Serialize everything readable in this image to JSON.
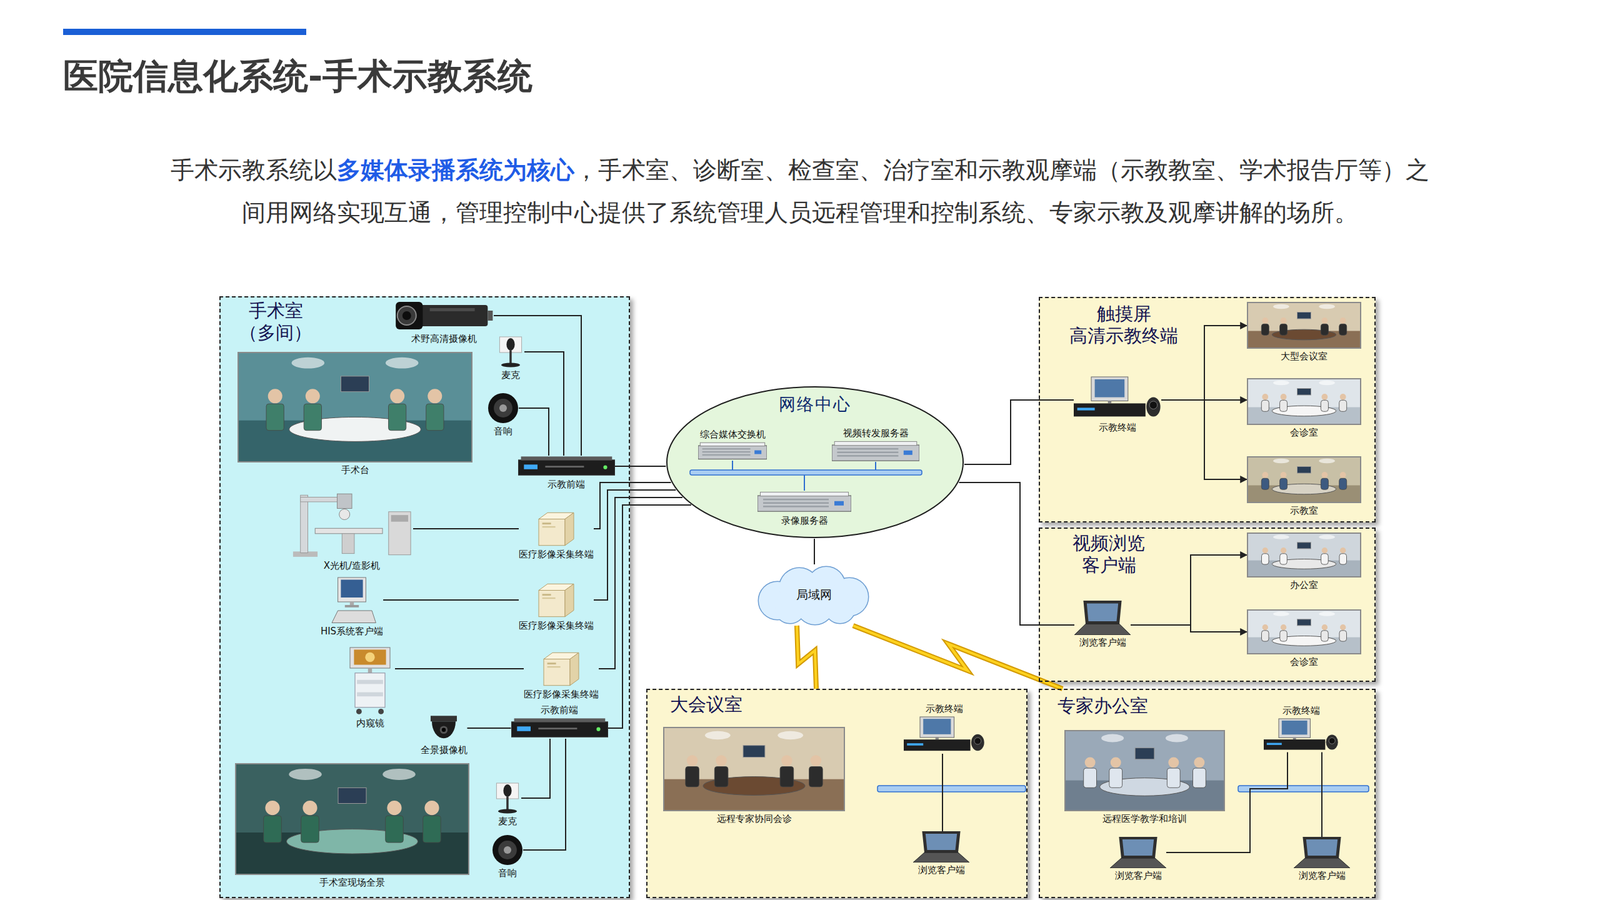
{
  "diagram": {
    "title": "医院信息化系统-手术示教系统",
    "nodes": [
      {
        "text": [
          "手术室 （多间）"
        ]
      },
      {
        "text": [
          "术野高清摄像机"
        ],
        "in": 0
      },
      {
        "text": [
          "麦克"
        ],
        "in": 0
      },
      {
        "text": [
          "音响"
        ],
        "in": 0
      },
      {
        "text": [
          "示教前端"
        ],
        "in": 0
      },
      {
        "text": [
          "手术台"
        ],
        "in": 0
      },
      {
        "text": [
          "X光机/造影机"
        ],
        "in": 0
      },
      {
        "text": [
          "医疗影像采集终端"
        ],
        "in": 0
      },
      {
        "text": [
          "HIS系统客户端"
        ],
        "in": 0
      },
      {
        "text": [
          "医疗影像采集终端"
        ],
        "in": 0
      },
      {
        "text": [
          "内窥镜"
        ],
        "in": 0
      },
      {
        "text": [
          "医疗影像采集终端"
        ],
        "in": 0
      },
      {
        "text": [
          "示教前端"
        ],
        "in": 0
      },
      {
        "text": [
          "全景摄像机"
        ],
        "in": 0
      },
      {
        "text": [
          "手术室现场全景"
        ],
        "in": 0
      },
      {
        "text": [
          "麦克"
        ],
        "in": 0
      },
      {
        "text": [
          "音响"
        ],
        "in": 0
      },
      {
        "text": [
          "网络中心"
        ]
      },
      {
        "text": [
          "综合媒体交换机"
        ],
        "in": 17
      },
      {
        "text": [
          "视频转发服务器"
        ],
        "in": 17
      },
      {
        "text": [
          "录像服务器"
        ],
        "in": 17
      },
      {
        "text": [
          "局域网"
        ]
      },
      {
        "text": [
          "触摸屏 高清示教终端"
        ]
      },
      {
        "text": [
          "示教终端"
        ],
        "in": 22
      },
      {
        "text": [
          "大型会议室"
        ],
        "in": 22
      },
      {
        "text": [
          "会诊室"
        ],
        "in": 22
      },
      {
        "text": [
          "示教室"
        ],
        "in": 22
      },
      {
        "text": [
          "视频浏览 客户端"
        ]
      },
      {
        "text": [
          "浏览客户端"
        ],
        "in": 27
      },
      {
        "text": [
          "办公室"
        ],
        "in": 27
      },
      {
        "text": [
          "会诊室"
        ],
        "in": 27
      },
      {
        "text": [
          "大会议室"
        ]
      },
      {
        "text": [
          "远程专家协同会诊"
        ],
        "in": 31
      },
      {
        "text": [
          "示教终端"
        ],
        "in": 31
      },
      {
        "text": [
          "浏览客户端"
        ],
        "in": 31
      },
      {
        "text": [
          "专家办公室"
        ]
      },
      {
        "text": [
          "远程医学教学和培训"
        ],
        "in": 35
      },
      {
        "text": [
          "示教终端"
        ],
        "in": 35
      },
      {
        "text": [
          "浏览客户端"
        ],
        "in": 35
      },
      {
        "text": [
          "浏览客户端"
        ],
        "in": 35
      }
    ],
    "edges": [
      {
        "from": 1,
        "to": 4,
        "arrow": "none"
      },
      {
        "from": 2,
        "to": 4,
        "arrow": "none"
      },
      {
        "from": 3,
        "to": 4,
        "arrow": "none"
      },
      {
        "from": 4,
        "to": 17,
        "arrow": "none"
      },
      {
        "from": 6,
        "to": 7,
        "arrow": "none"
      },
      {
        "from": 7,
        "to": 17,
        "arrow": "none"
      },
      {
        "from": 8,
        "to": 9,
        "arrow": "none"
      },
      {
        "from": 9,
        "to": 17,
        "arrow": "none"
      },
      {
        "from": 10,
        "to": 11,
        "arrow": "none"
      },
      {
        "from": 11,
        "to": 17,
        "arrow": "none"
      },
      {
        "from": 12,
        "to": 17,
        "arrow": "none"
      },
      {
        "from": 13,
        "to": 12,
        "arrow": "none"
      },
      {
        "from": 15,
        "to": 12,
        "arrow": "none"
      },
      {
        "from": 16,
        "to": 12,
        "arrow": "none"
      },
      {
        "from": 17,
        "to": 23,
        "arrow": "none"
      },
      {
        "from": 23,
        "to": 24,
        "arrow": "to"
      },
      {
        "from": 23,
        "to": 25,
        "arrow": "to"
      },
      {
        "from": 23,
        "to": 26,
        "arrow": "to"
      },
      {
        "from": 17,
        "to": 28,
        "arrow": "none"
      },
      {
        "from": 28,
        "to": 29,
        "arrow": "to"
      },
      {
        "from": 28,
        "to": 30,
        "arrow": "to"
      },
      {
        "from": 17,
        "to": 21,
        "arrow": "none"
      },
      {
        "from": 21,
        "to": 31,
        "arrow": "none"
      },
      {
        "from": 21,
        "to": 35,
        "arrow": "none"
      },
      {
        "from": 33,
        "to": 34,
        "arrow": "none"
      },
      {
        "from": 37,
        "to": 38,
        "arrow": "none"
      },
      {
        "from": 37,
        "to": 39,
        "arrow": "none"
      }
    ],
    "labels": [
      "手术示教系统以",
      "多媒体录播系统为核心",
      "，手术室、诊断室、检查室、治疗室和示教观摩端（示教教室、学术报告厅等）之间用网络实现互通，管理控制中心提供了系统管理人员远程管理和控制系统、专家示教及观摩讲解的场所。"
    ]
  }
}
